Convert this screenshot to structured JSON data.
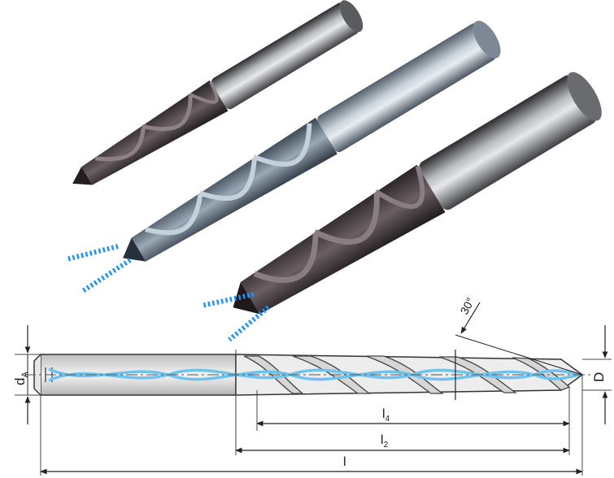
{
  "drawing": {
    "dimensions": {
      "shank_diameter": {
        "main": "d",
        "sub": "A"
      },
      "drill_diameter": "D",
      "flute_length": {
        "main": "l",
        "sub": "4"
      },
      "body_length": {
        "main": "l",
        "sub": "2"
      },
      "overall_length": "l",
      "angle": "30°"
    }
  },
  "colors": {
    "coolant": "#1e90ff",
    "coolant_channel": "#6ec3ee",
    "drill_dark": "#3a3336",
    "drill_steel": "#7f8f9c",
    "outline": "#333333"
  }
}
